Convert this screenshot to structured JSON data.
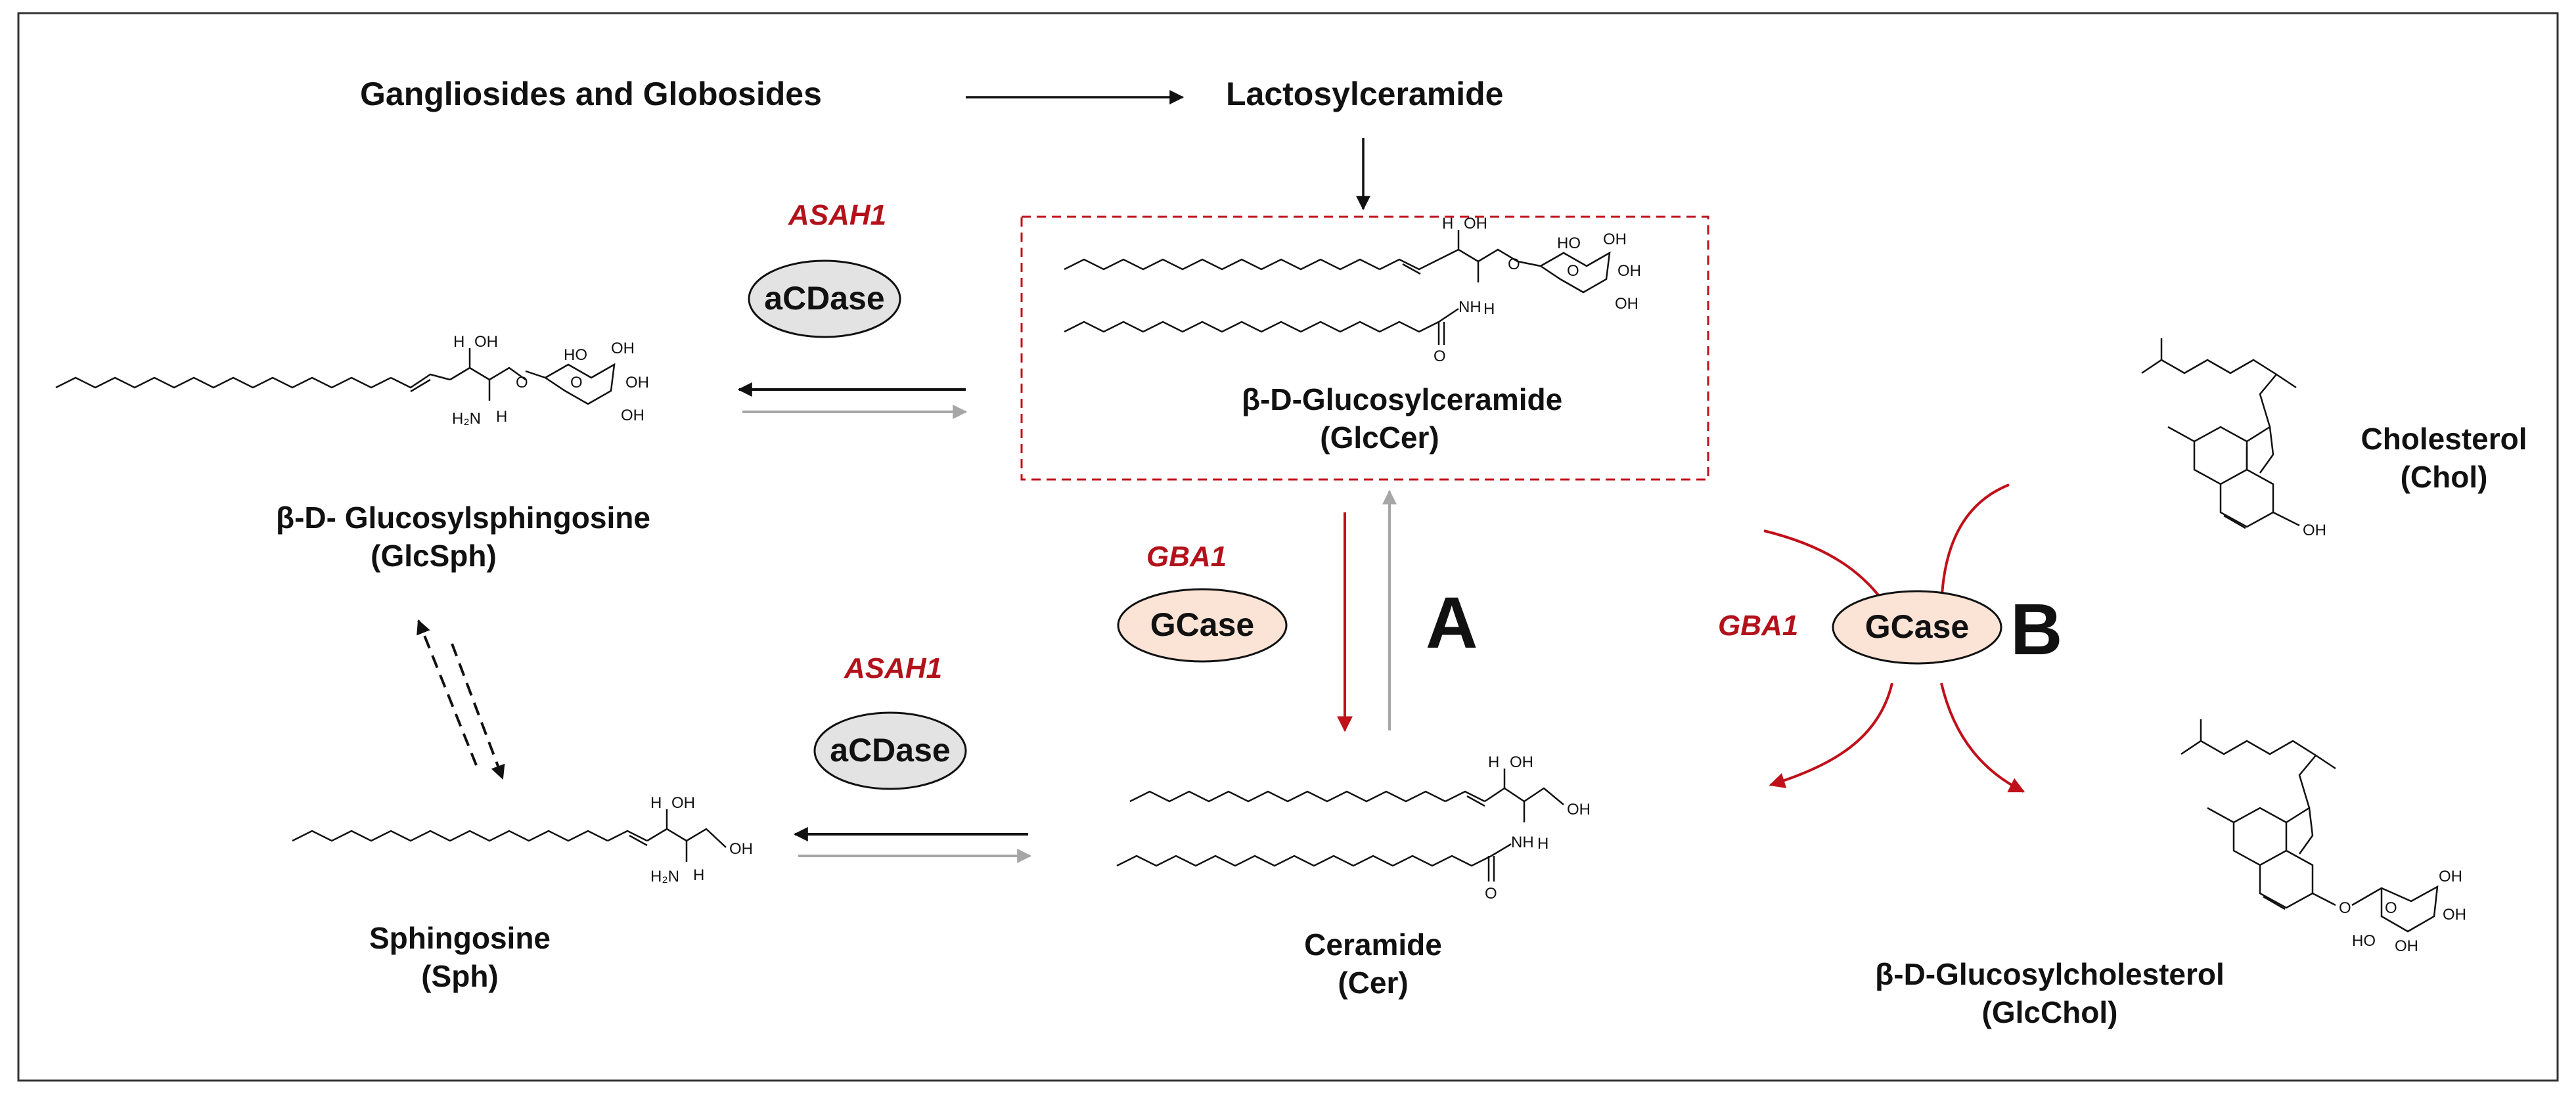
{
  "top": {
    "gangliosides": "Gangliosides and Globosides",
    "lactosylceramide": "Lactosylceramide"
  },
  "glccer": {
    "name": "β-D-Glucosylceramide",
    "abbr": "(GlcCer)"
  },
  "glcsph": {
    "name": "β-D- Glucosylsphingosine",
    "abbr": "(GlcSph)"
  },
  "sph": {
    "name": "Sphingosine",
    "abbr": "(Sph)"
  },
  "cer": {
    "name": "Ceramide",
    "abbr": "(Cer)"
  },
  "chol": {
    "name": "Cholesterol",
    "abbr": "(Chol)"
  },
  "glcchol": {
    "name": "β-D-Glucosylcholesterol",
    "abbr": "(GlcChol)"
  },
  "enzymes": {
    "asah1_top_gene": "ASAH1",
    "asah1_top_enzyme": "aCDase",
    "asah1_bottom_gene": "ASAH1",
    "asah1_bottom_enzyme": "aCDase",
    "gba1_a_gene": "GBA1",
    "gba1_a_enzyme": "GCase",
    "gba1_b_gene": "GBA1",
    "gba1_b_enzyme": "GCase"
  },
  "panels": {
    "a": "A",
    "b": "B"
  },
  "atoms": {
    "oh": "OH",
    "ho": "HO",
    "h": "H",
    "h2n": "H₂N",
    "nh": "NH",
    "o": "O"
  },
  "colors": {
    "gene_red": "#b3121b",
    "gcase_fill": "#fbe3d6",
    "acdase_fill": "#e3e3e3",
    "reverse_gray": "#a6a6a6"
  }
}
